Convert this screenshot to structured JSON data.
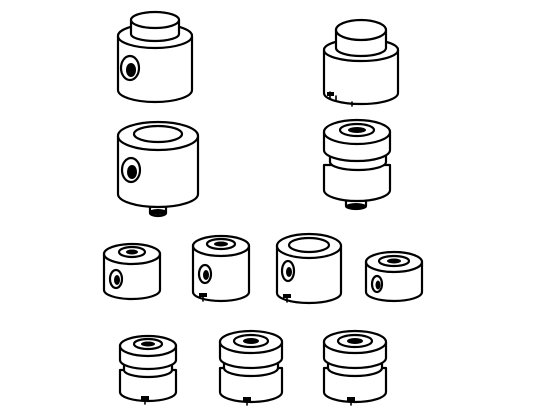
{
  "figure": {
    "background": "#ffffff",
    "line_color": "#000000",
    "parts": [
      {
        "kind": "bushing-capped-side-hole"
      },
      {
        "kind": "bushing-capped-slotted"
      },
      {
        "kind": "bushing-counterbore-side-hole-stem"
      },
      {
        "kind": "bushing-collared-stem"
      },
      {
        "kind": "small-bushing-side-hole"
      },
      {
        "kind": "small-bushing-side-hole-slotted"
      },
      {
        "kind": "small-bushing-counterbore-side-hole-slotted"
      },
      {
        "kind": "small-ring-side-hole"
      },
      {
        "kind": "small-bushing-collared-slotted"
      },
      {
        "kind": "small-bushing-collared-slotted"
      },
      {
        "kind": "small-bushing-collared-slotted"
      }
    ]
  }
}
